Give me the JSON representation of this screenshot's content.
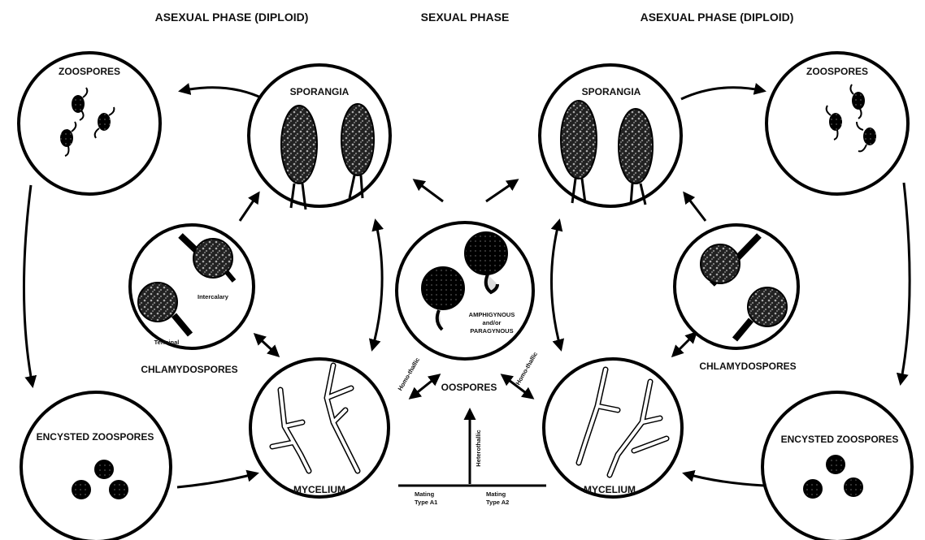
{
  "headers": {
    "left": "ASEXUAL PHASE (DIPLOID)",
    "center": "SEXUAL PHASE",
    "right": "ASEXUAL PHASE (DIPLOID)"
  },
  "nodes": {
    "zoospores_left": "ZOOSPORES",
    "zoospores_right": "ZOOSPORES",
    "sporangia_left": "SPORANGIA",
    "sporangia_right": "SPORANGIA",
    "chlamydospores_left": "CHLAMYDOSPORES",
    "chlamydospores_right": "CHLAMYDOSPORES",
    "encysted_left": "ENCYSTED ZOOSPORES",
    "encysted_right": "ENCYSTED ZOOSPORES",
    "mycelium_left": "MYCELIUM",
    "mycelium_right": "MYCELIUM",
    "oospores": "OOSPORES"
  },
  "sublabels": {
    "intercalary": "Intercalary",
    "terminal": "Terminal",
    "amphigynous_1": "AMPHIGYNOUS",
    "amphigynous_2": "and/or",
    "amphigynous_3": "PARAGYNOUS",
    "homothallic_left": "Homo-thallic",
    "homothallic_right": "Homo-thallic",
    "heterothallic": "Heterothallic",
    "mating_a1_1": "Mating",
    "mating_a1_2": "Type A1",
    "mating_a2_1": "Mating",
    "mating_a2_2": "Type A2"
  }
}
